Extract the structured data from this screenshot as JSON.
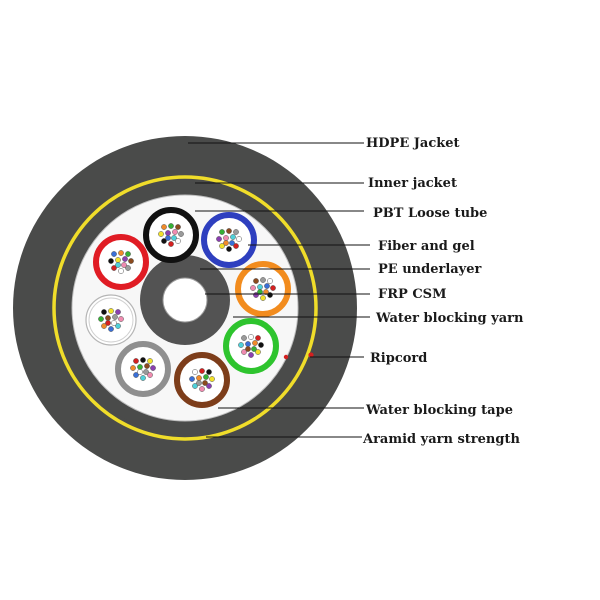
{
  "labels": [
    {
      "key": "hdpe",
      "text": "HDPE Jacket"
    },
    {
      "key": "inner",
      "text": "Inner jacket"
    },
    {
      "key": "pbt",
      "text": "PBT Loose tube"
    },
    {
      "key": "fiber",
      "text": "Fiber and gel"
    },
    {
      "key": "pe",
      "text": "PE underlayer"
    },
    {
      "key": "frp",
      "text": "FRP CSM"
    },
    {
      "key": "wby",
      "text": "Water blocking yarn"
    },
    {
      "key": "ripcord",
      "text": "Ripcord"
    },
    {
      "key": "wbt",
      "text": "Water blocking tape"
    },
    {
      "key": "aramid",
      "text": "Aramid yarn strength"
    }
  ],
  "colors": {
    "jacket": "#4a4b4a",
    "aramid_ring": "#f0dd2a",
    "core_fill": "#f7f7f7",
    "underlayer": "#535353",
    "frp": "#ffffff",
    "ripcord": "#d42020",
    "tubes": [
      "#e01c24",
      "#111111",
      "#2e3fbf",
      "#f28c1e",
      "#2ec42e",
      "#7d3d1a",
      "#8f8f8f",
      "#f2f2f2"
    ]
  },
  "fiber_colors": [
    "#3a6fd6",
    "#f08a2a",
    "#35b035",
    "#8b4a1e",
    "#9a9a9a",
    "#ffffff",
    "#d42020",
    "#111111",
    "#f2e12a",
    "#8a3fb0",
    "#f08bb0",
    "#4fd0d8"
  ]
}
